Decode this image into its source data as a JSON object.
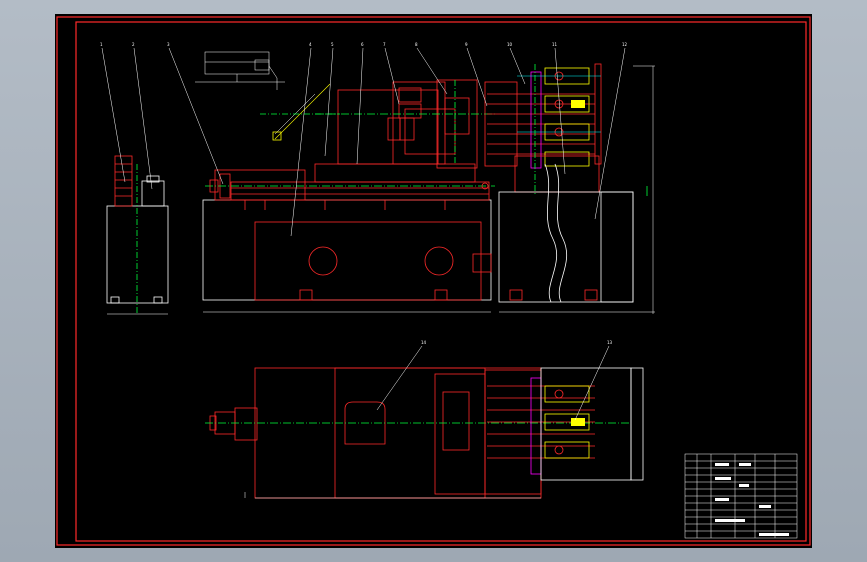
{
  "colors": {
    "background": "#000000",
    "frame": "#ff0000",
    "part_lines": "#ff0000",
    "outline": "#ffffff",
    "centerline": "#00ff00",
    "leaders": "#ffffff",
    "accent_yellow": "#ffff00",
    "accent_magenta": "#ff00ff",
    "accent_cyan": "#00ffff"
  },
  "balloons": {
    "front_view": [
      "1",
      "2",
      "3",
      "4",
      "5",
      "6",
      "7",
      "8",
      "9",
      "10",
      "11",
      "12"
    ],
    "top_view": [
      "14",
      "13"
    ]
  },
  "title_block": {
    "rows": 12,
    "columns": 6
  }
}
